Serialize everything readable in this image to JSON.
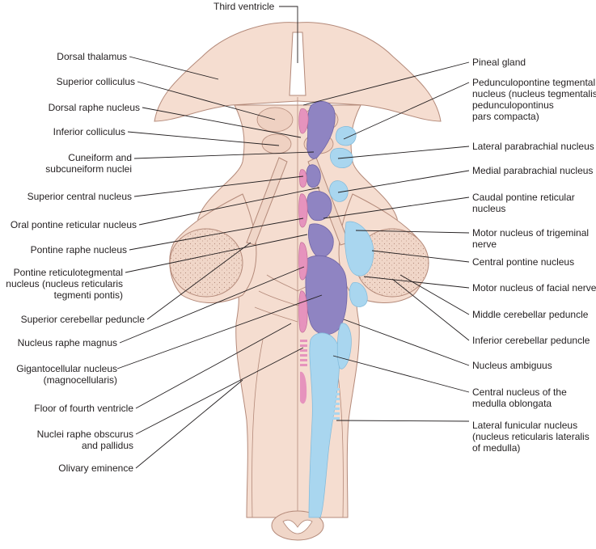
{
  "colors": {
    "tissue": "#f5ddd0",
    "tissue_dark": "#e9c3b2",
    "outline": "#b48a7a",
    "purple": "#8f84c2",
    "pink": "#e693bd",
    "blue": "#a9d6ef",
    "leader": "#231f20"
  },
  "labels": {
    "top": [
      "Third ventricle"
    ],
    "left": [
      [
        "Dorsal thalamus"
      ],
      [
        "Superior colliculus"
      ],
      [
        "Dorsal raphe nucleus"
      ],
      [
        "Inferior colliculus"
      ],
      [
        "Cuneiform and",
        "subcuneiform nuclei"
      ],
      [
        "Superior central nucleus"
      ],
      [
        "Oral pontine reticular nucleus"
      ],
      [
        "Pontine raphe nucleus"
      ],
      [
        "Pontine reticulotegmental",
        "nucleus (nucleus reticularis",
        "tegmenti pontis)"
      ],
      [
        "Superior cerebellar peduncle"
      ],
      [
        "Nucleus raphe magnus"
      ],
      [
        "Gigantocellular nucleus",
        "(magnocellularis)"
      ],
      [
        "Floor of fourth ventricle"
      ],
      [
        "Nuclei raphe obscurus",
        "and pallidus"
      ],
      [
        "Olivary eminence"
      ]
    ],
    "right": [
      [
        "Pineal gland"
      ],
      [
        "Pedunculopontine tegmental",
        "nucleus (nucleus tegmentalis",
        "pedunculopontinus",
        "pars compacta)"
      ],
      [
        "Lateral parabrachial nucleus"
      ],
      [
        "Medial parabrachial nucleus"
      ],
      [
        "Caudal pontine reticular",
        "nucleus"
      ],
      [
        "Motor nucleus of trigeminal",
        "nerve"
      ],
      [
        "Central pontine nucleus"
      ],
      [
        "Motor nucleus of facial nerve"
      ],
      [
        "Middle cerebellar peduncle"
      ],
      [
        "Inferior cerebellar peduncle"
      ],
      [
        "Nucleus ambiguus"
      ],
      [
        "Central nucleus of the",
        "medulla oblongata"
      ],
      [
        "Lateral funicular nucleus",
        "(nucleus reticularis lateralis",
        "of medulla)"
      ]
    ]
  }
}
